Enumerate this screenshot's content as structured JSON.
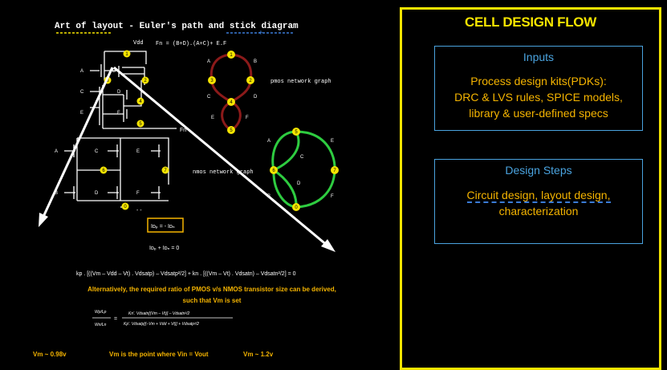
{
  "slide": {
    "title": "Art of layout - Euler's path and stick diagram",
    "vdd_label": "Vdd",
    "fn_equation": "Fn = (B+D).(A+C)+ E.F",
    "fn_output_label": "Fn",
    "gnd_label": "- -",
    "gate_labels": {
      "A_top": "A",
      "B_top": "B",
      "C_top": "C",
      "D_top": "D",
      "E_top": "E",
      "F_top": "F",
      "A_bot": "A",
      "B_bot": "B",
      "C_bot": "C",
      "D_bot": "D",
      "E_bot": "E",
      "F_bot": "F"
    },
    "node_numbers": {
      "n1": "1",
      "n3": "3",
      "n2": "2",
      "n4": "4",
      "n5": "5",
      "n6": "6",
      "n7": "7",
      "n0": "0"
    },
    "pmos_graph": {
      "label": "pmos network graph",
      "nodes": [
        "1",
        "3",
        "2",
        "4",
        "5"
      ],
      "edge_labels": [
        "A",
        "B",
        "C",
        "D",
        "E",
        "F"
      ]
    },
    "nmos_graph": {
      "label": "nmos network graph",
      "nodes": [
        "5",
        "6",
        "7",
        "0"
      ],
      "edge_labels": [
        "A",
        "C",
        "E",
        "B",
        "D",
        "F"
      ]
    },
    "current_box": "Iᴅₚ = - Iᴅₙ",
    "current_sum": "Iᴅₚ + Iᴅₙ = 0",
    "kp_equation": "kp . [((Vm – Vdd – Vt) . Vdsatp) – Vdsatp²/2] + kn . [((Vm – Vt) . Vdsatn) – Vdsatn²/2] = 0",
    "alt_text_line1": "Alternatively, the required ratio of PMOS v/s NMOS transistor size can be derived,",
    "alt_text_line2": "such that Vm is set",
    "ratio_lhs_top": "Wp/Lp",
    "ratio_lhs_bot": "Wn/Ln",
    "ratio_num": "Kn'. Vdsatn[(Vm – Vt)] – Vdsatn²/2",
    "ratio_den": "Kp'. Vdsatp[(–Vm + Vdd + Vt)] + Vdsatp²/2",
    "vm_left": "Vm ~ 0.98v",
    "vm_mid": "Vm is the point where Vin = Vout",
    "vm_right": "Vm ~ 1.2v"
  },
  "flow": {
    "title": "CELL DESIGN FLOW",
    "inputs_title": "Inputs",
    "inputs_body_1": "Process design kits(PDKs):",
    "inputs_body_2": "DRC & LVS rules, SPICE models,",
    "inputs_body_3": "library & user-defined specs",
    "steps_title": "Design Steps",
    "steps_body_1": "Circuit design, layout design,",
    "steps_body_2": "characterization"
  },
  "colors": {
    "background": "#000000",
    "panel_border": "#f5e400",
    "accent_blue": "#4aa3df",
    "accent_orange": "#f5b400",
    "node_yellow": "#f5e400",
    "pmos_edge": "#8b1a1a",
    "nmos_edge": "#2ecc40"
  }
}
